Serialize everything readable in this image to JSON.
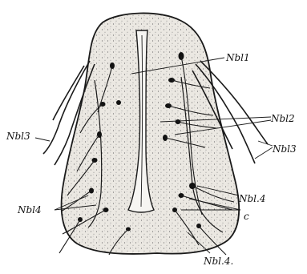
{
  "figure": {
    "colors": {
      "ink": "#1a1a1a",
      "fill": "#e9e7e2",
      "background": "#ffffff"
    },
    "labels": {
      "nbl1": "Nbl1",
      "nbl2": "Nbl2",
      "nbl3_left": "Nbl3",
      "nbl3_right": "Nbl3",
      "nbl4_left": "Nbl4",
      "nbl4_right_mid": "Nbl.4",
      "nbl4_bottom": "Nbl.4.",
      "c": "c"
    }
  }
}
